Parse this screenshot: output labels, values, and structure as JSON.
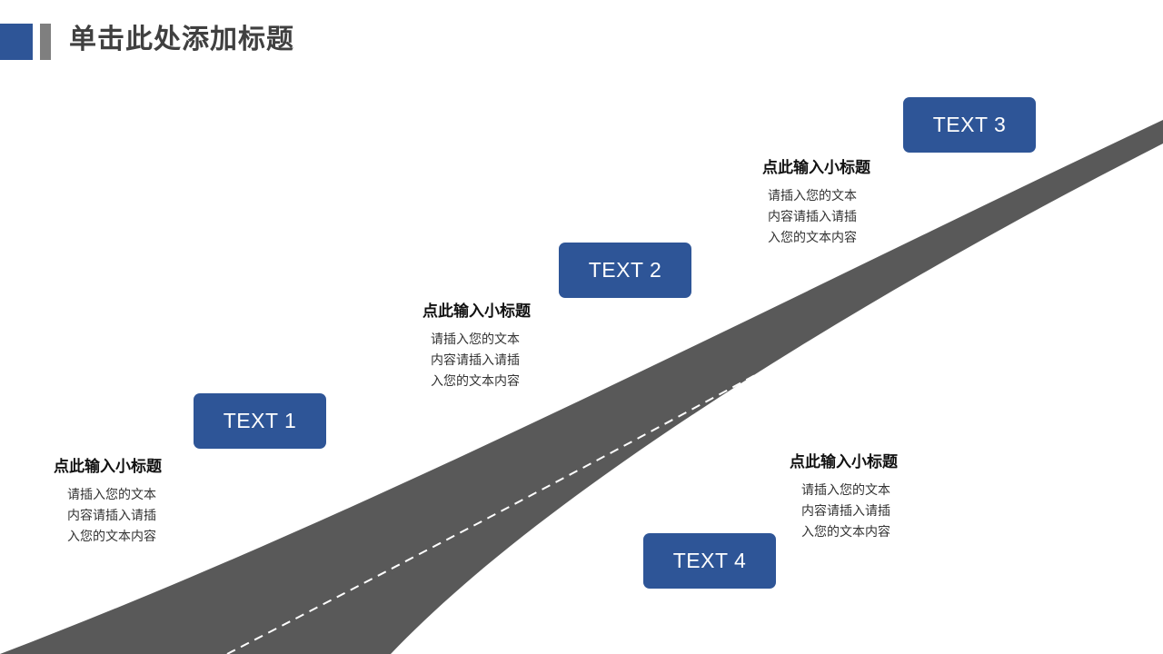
{
  "header": {
    "title": "单击此处添加标题",
    "accent_color": "#2e5597",
    "bar_color": "#7f7f7f"
  },
  "road": {
    "surface_color": "#595959",
    "center_line_color": "#ffffff",
    "center_line_style": "dashed"
  },
  "milestones": [
    {
      "label": "TEXT 1",
      "subtitle": "点此输入小标题",
      "lines": [
        "请插入您的文本",
        "内容请插入请插",
        "入您的文本内容"
      ]
    },
    {
      "label": "TEXT 2",
      "subtitle": "点此输入小标题",
      "lines": [
        "请插入您的文本",
        "内容请插入请插",
        "入您的文本内容"
      ]
    },
    {
      "label": "TEXT 3",
      "subtitle": "点此输入小标题",
      "lines": [
        "请插入您的文本",
        "内容请插入请插",
        "入您的文本内容"
      ]
    },
    {
      "label": "TEXT 4",
      "subtitle": "点此输入小标题",
      "lines": [
        "请插入您的文本",
        "内容请插入请插",
        "入您的文本内容"
      ]
    }
  ],
  "box_color": "#2e5597"
}
